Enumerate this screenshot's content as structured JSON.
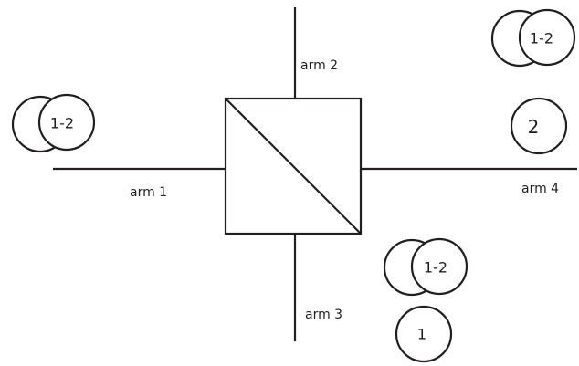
{
  "labels": {
    "arm1": "arm 1",
    "arm2": "arm 2",
    "arm3": "arm 3",
    "arm4": "arm 4"
  },
  "badges": {
    "left_pair": "1-2",
    "top_right_pair": "1-2",
    "right_single": "2",
    "bottom_pair": "1-2",
    "bottom_single": "1"
  },
  "colors": {
    "stroke": "#231f20",
    "background": "#ffffff"
  }
}
